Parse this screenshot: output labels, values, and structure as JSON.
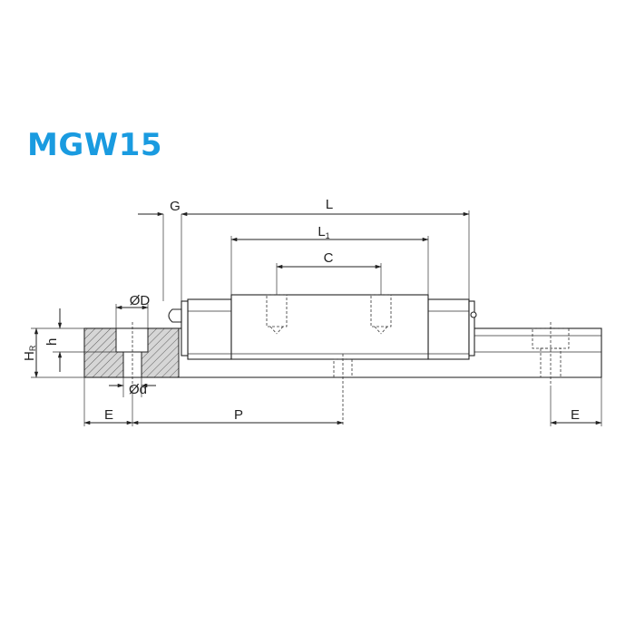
{
  "title": "MGW15",
  "dimensions": {
    "G": "G",
    "L": "L",
    "L1_base": "L",
    "L1_sub": "1",
    "C": "C",
    "D": "ØD",
    "d": "Ød",
    "HR_base": "H",
    "HR_sub": "R",
    "h": "h",
    "E_left": "E",
    "P": "P",
    "E_right": "E"
  },
  "colors": {
    "title": "#1a9be0",
    "lines": "#222222",
    "section_fill": "#d6d6d6"
  }
}
